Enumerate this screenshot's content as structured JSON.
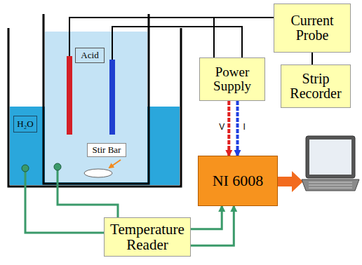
{
  "diagram": {
    "nodes": [
      {
        "text": [
          "Current Probe"
        ]
      },
      {
        "text": [
          "Acid"
        ]
      },
      {
        "text": [
          "Power Supply"
        ]
      },
      {
        "text": [
          "Strip Recorder"
        ]
      },
      {
        "text": [
          "H₂O"
        ]
      },
      {
        "text": [
          "Stir Bar"
        ]
      },
      {
        "text": [
          "NI 6008"
        ]
      },
      {
        "text": [
          "Temperature Reader"
        ]
      }
    ],
    "edges": [
      {
        "from": 0,
        "to": 3,
        "arrow": "none"
      },
      {
        "from": 2,
        "to": 6,
        "label": "V",
        "arrow": "to"
      },
      {
        "from": 2,
        "to": 6,
        "label": "I",
        "arrow": "to"
      },
      {
        "from": 7,
        "to": 6,
        "arrow": "to"
      },
      {
        "from": 7,
        "to": 6,
        "arrow": "to"
      }
    ]
  }
}
